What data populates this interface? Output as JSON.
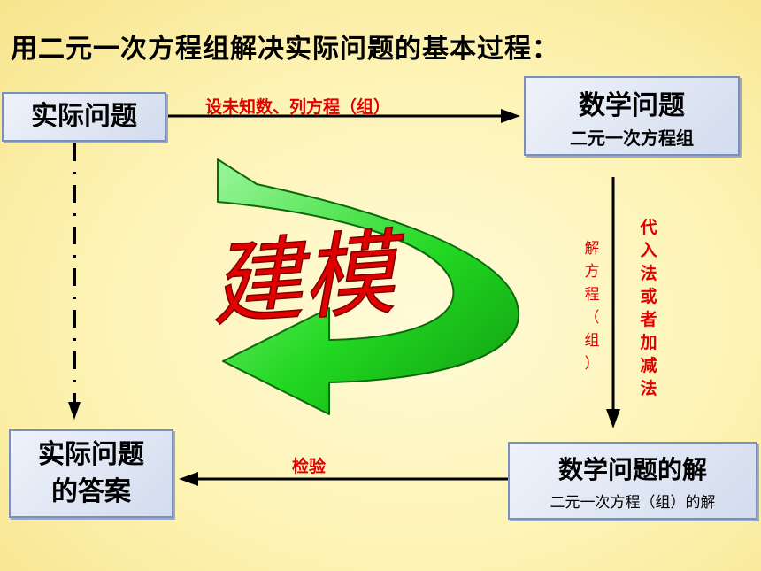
{
  "title": "用二元一次方程组解决实际问题的基本过程：",
  "boxes": {
    "real_problem": "实际问题",
    "math_problem": {
      "main": "数学问题",
      "sub": "二元一次方程组"
    },
    "math_solution": {
      "main": "数学问题的解",
      "sub": "二元一次方程（组）的解"
    },
    "real_answer": {
      "line1": "实际问题",
      "line2": "的答案"
    }
  },
  "labels": {
    "set_up": "设未知数、列方程（组）",
    "solve": [
      "解",
      "方",
      "程",
      "（",
      "组",
      "）"
    ],
    "methods": [
      "代",
      "入",
      "法",
      "或",
      "者",
      "加",
      "减",
      "法"
    ],
    "check": "检验"
  },
  "center_text": "建模",
  "colors": {
    "label_red": "#e00000",
    "modeling_text": "#e00000",
    "curve_green": "#22d822",
    "box_border": "#7b8fb9"
  }
}
